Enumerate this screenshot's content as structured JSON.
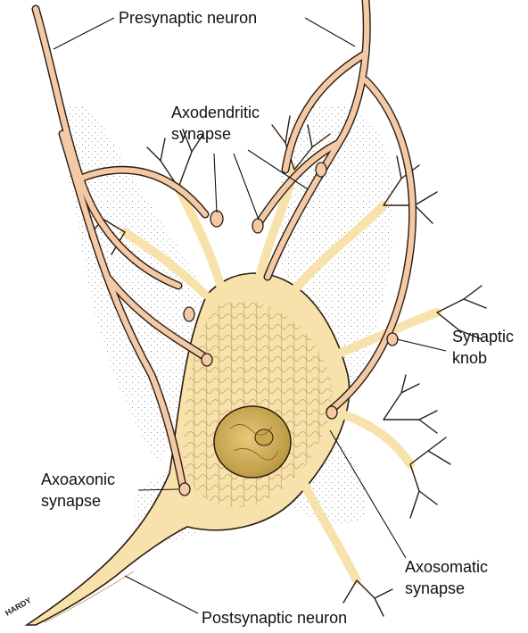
{
  "labels": {
    "presynaptic_neuron": "Presynaptic neuron",
    "axodendritic_line1": "Axodendritic",
    "axodendritic_line2": "synapse",
    "synaptic_knob_line1": "Synaptic",
    "synaptic_knob_line2": "knob",
    "axoaxonic_line1": "Axoaxonic",
    "axoaxonic_line2": "synapse",
    "axosomatic_line1": "Axosomatic",
    "axosomatic_line2": "synapse",
    "postsynaptic_neuron": "Postsynaptic neuron"
  },
  "artist_signature": "HARDY",
  "colors": {
    "axon_fill": "#f3c9a6",
    "cell_fill": "#f8e2ac",
    "nucleus_fill": "#d6b65a",
    "outline": "#2a1c10",
    "stipple": "#3a3a3a"
  }
}
